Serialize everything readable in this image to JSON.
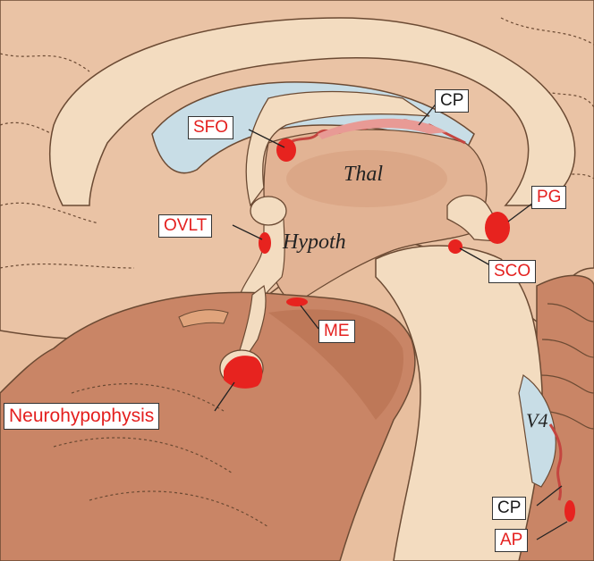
{
  "labels": {
    "cp_top": "CP",
    "sfo": "SFO",
    "pg": "PG",
    "ovlt": "OVLT",
    "sco": "SCO",
    "me": "ME",
    "neurohypophysis": "Neurohypophysis",
    "cp_bottom": "CP",
    "ap": "AP"
  },
  "regions": {
    "thal": "Thal",
    "hypoth": "Hypoth",
    "v4": "V4"
  },
  "colors": {
    "background": "#e8bf9f",
    "cortex": "#eac3a5",
    "white_matter": "#f3dcc0",
    "ventricle": "#c8dde6",
    "thalamus": "#e2b394",
    "brainstem_dark": "#c98566",
    "organ_red": "#e7231f",
    "choroid": "#d96a6a",
    "outline": "#6b4a33"
  }
}
